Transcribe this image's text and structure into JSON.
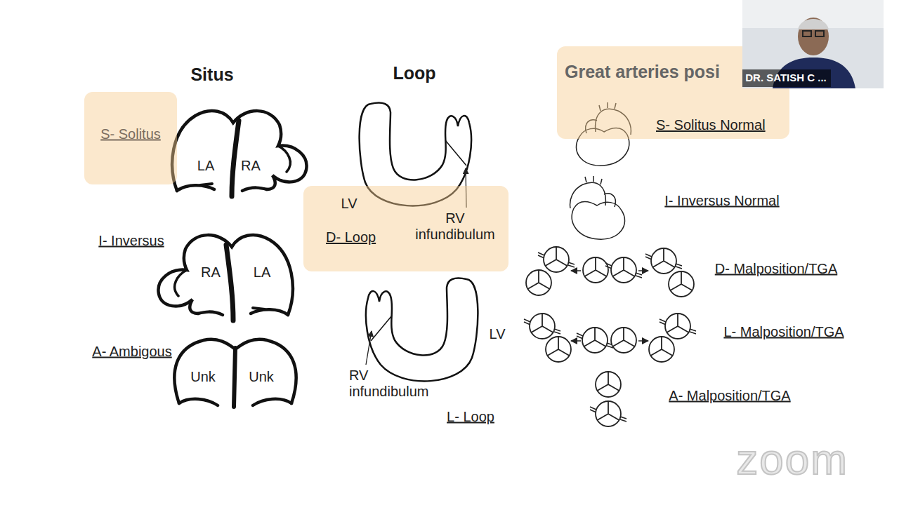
{
  "diagram": {
    "nodes": [
      {
        "text": [
          "S- Solitus"
        ]
      },
      {
        "text": [
          "D- Loop"
        ]
      },
      {
        "text": [
          "Great arteries posi",
          "S- Solitus Normal"
        ]
      }
    ],
    "labels": [
      "Situs",
      "LA",
      "RA",
      "I- Inversus",
      "RA",
      "LA",
      "A- Ambigous",
      "Unk",
      "Unk",
      "Loop",
      "LV",
      "RV infundibulum",
      "RV infundibulum",
      "LV",
      "L- Loop",
      "I- Inversus Normal",
      "D- Malposition/TGA",
      "L- Malposition/TGA",
      "A- Malposition/TGA",
      "DR. SATISH C ...",
      "zoom"
    ]
  }
}
